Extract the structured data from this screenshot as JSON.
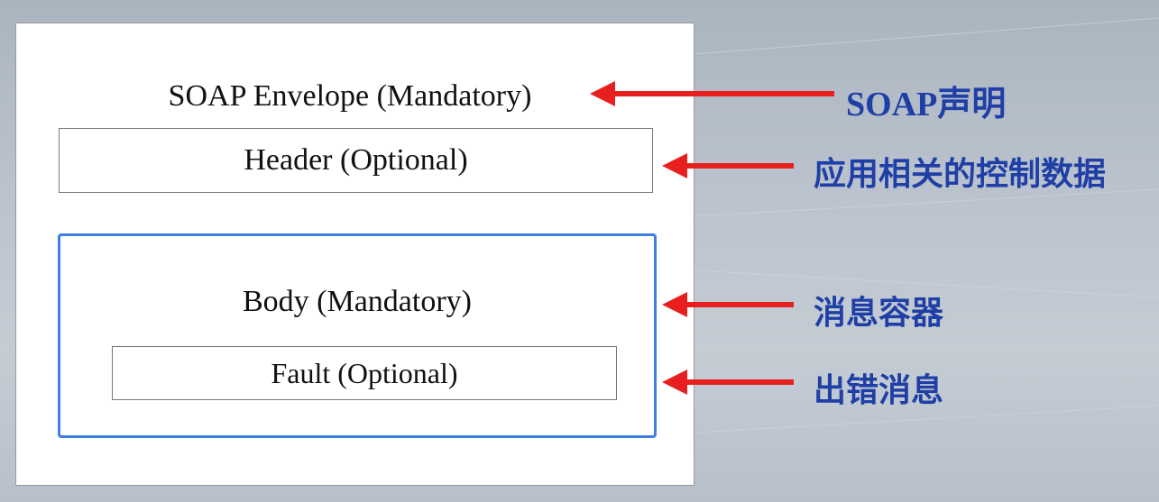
{
  "diagram": {
    "envelope_title": "SOAP Envelope (Mandatory)",
    "header_title": "Header (Optional)",
    "body_title": "Body (Mandatory)",
    "fault_title": "Fault (Optional)"
  },
  "annotations": {
    "soap": "SOAP声明",
    "header": "应用相关的控制数据",
    "body": "消息容器",
    "fault": "出错消息"
  },
  "colors": {
    "arrow": "#e81f1f",
    "label": "#1f3fa6",
    "body_border": "#3d7fe0"
  }
}
